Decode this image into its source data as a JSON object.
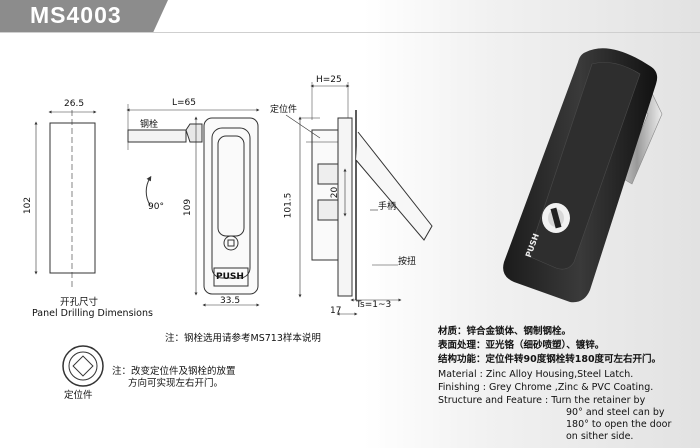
{
  "header": {
    "model": "MS4003"
  },
  "drawing": {
    "panel_width": "26.5",
    "panel_height": "102",
    "panel_caption_cn": "开孔尺寸",
    "panel_caption_en": "Panel Drilling Dimensions",
    "length": "L=65",
    "steel_latch": "钢栓",
    "rotation": "90°",
    "height_109": "109",
    "push": "PUSH",
    "width_33_5": "33.5",
    "width_h": "H=25",
    "retainer": "定位件",
    "height_101_5": "101.5",
    "dim_20": "20",
    "handle": "手柄",
    "button": "按扭",
    "ts": "Ts=1~3",
    "dim_17": "17",
    "note1": "注：钢栓选用请参考MS713样本说明",
    "note2_line1": "注：改变定位件及钢栓的放置",
    "note2_line2": "方向可实现左右开门。",
    "retainer_label": "定位件"
  },
  "specs": {
    "cn": [
      "材质：锌合金锁体、钢制钢栓。",
      "表面处理：亚光铬（细砂喷塑）、镀锌。",
      "结构功能：定位件转90度钢栓转180度可左右开门。"
    ],
    "en": [
      "Material : Zinc Alloy Housing,Steel Latch.",
      "Finishing : Grey Chrome ,Zinc & PVC Coating.",
      "Structure and Feature : Turn the retainer by",
      "90°  and steel can by",
      "180°  to open the door",
      "on sither side."
    ]
  },
  "photo": {
    "push": "PUSH"
  }
}
